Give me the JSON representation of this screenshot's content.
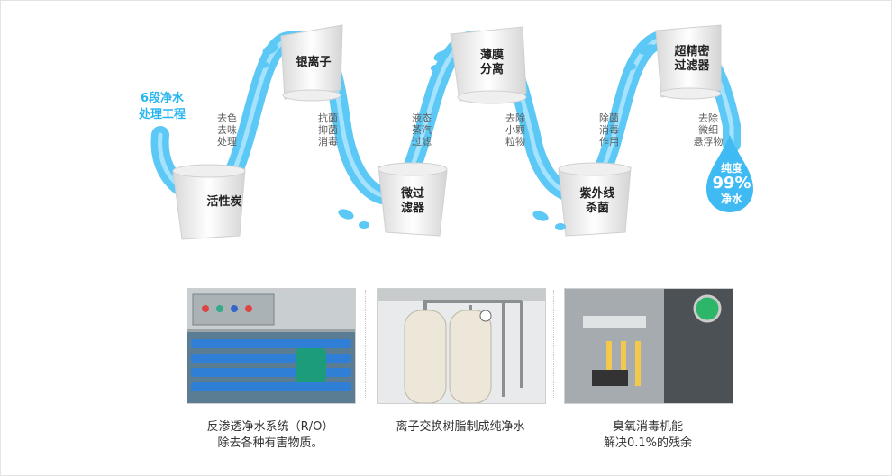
{
  "intro": {
    "line1": "6段净水",
    "line2": "处理工程"
  },
  "stages": [
    {
      "line1": "活性炭",
      "line2": ""
    },
    {
      "line1": "银离子",
      "line2": ""
    },
    {
      "line1": "微过",
      "line2": "滤器"
    },
    {
      "line1": "薄膜",
      "line2": "分离"
    },
    {
      "line1": "紫外线",
      "line2": "杀菌"
    },
    {
      "line1": "超精密",
      "line2": "过滤器"
    }
  ],
  "notes": [
    {
      "l1": "去色",
      "l2": "去味",
      "l3": "处理"
    },
    {
      "l1": "抗菌",
      "l2": "抑菌",
      "l3": "消毒"
    },
    {
      "l1": "液态",
      "l2": "蒸汽",
      "l3": "过滤"
    },
    {
      "l1": "去除",
      "l2": "小颗",
      "l3": "粒物"
    },
    {
      "l1": "除菌",
      "l2": "消毒",
      "l3": "作用"
    },
    {
      "l1": "去除",
      "l2": "微细",
      "l3": "悬浮物"
    }
  ],
  "purity": {
    "line1": "纯度",
    "line2": "99%",
    "line3": "净水"
  },
  "photos": [
    {
      "caption1": "反渗透净水系统（R/O）",
      "caption2": "除去各种有害物质。"
    },
    {
      "caption1": "离子交换树脂制成纯净水",
      "caption2": ""
    },
    {
      "caption1": "臭氧消毒机能",
      "caption2": "解决0.1%的残余"
    }
  ],
  "colors": {
    "pipe": "#5cc8f5",
    "accent": "#29b6f0"
  }
}
